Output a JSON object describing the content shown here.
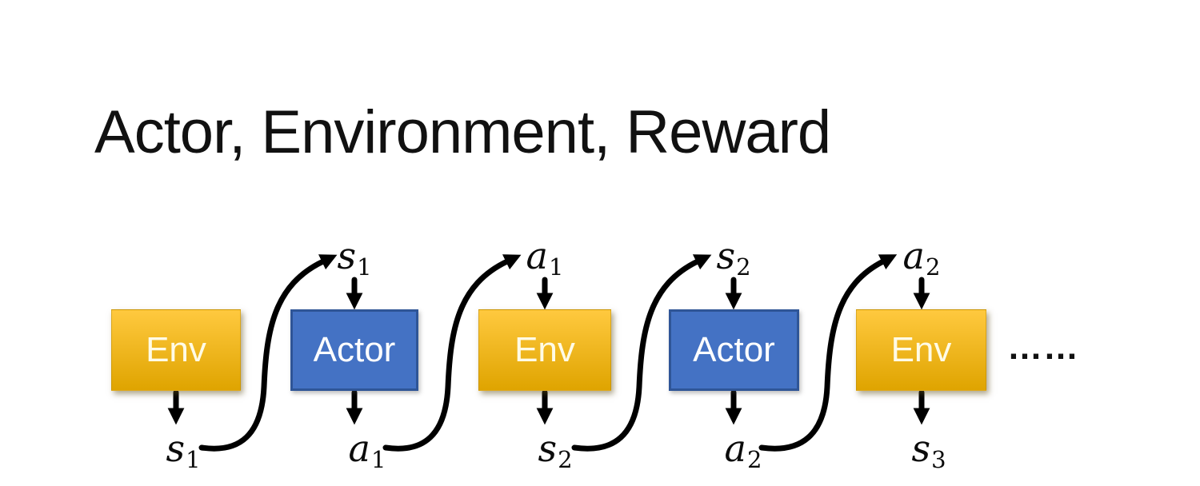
{
  "slide": {
    "title": "Actor, Environment, Reward",
    "ellipsis": "……"
  },
  "colors": {
    "title_text": "#111111",
    "env_gradient_top": "#FFC93F",
    "env_gradient_bottom": "#DFA400",
    "env_text": "#FFFBE6",
    "actor_fill": "#4472C4",
    "actor_border": "#2F5597",
    "actor_text": "#FFFFFF",
    "arrow": "#000000"
  },
  "diagram": {
    "boxes": [
      {
        "label": "Env",
        "type": "env"
      },
      {
        "label": "Actor",
        "type": "actor"
      },
      {
        "label": "Env",
        "type": "env"
      },
      {
        "label": "Actor",
        "type": "actor"
      },
      {
        "label": "Env",
        "type": "env"
      }
    ],
    "top_labels": [
      {
        "base": "s",
        "sub": "1"
      },
      {
        "base": "a",
        "sub": "1"
      },
      {
        "base": "s",
        "sub": "2"
      },
      {
        "base": "a",
        "sub": "2"
      }
    ],
    "bottom_labels": [
      {
        "base": "s",
        "sub": "1"
      },
      {
        "base": "a",
        "sub": "1"
      },
      {
        "base": "s",
        "sub": "2"
      },
      {
        "base": "a",
        "sub": "2"
      },
      {
        "base": "s",
        "sub": "3"
      }
    ]
  }
}
